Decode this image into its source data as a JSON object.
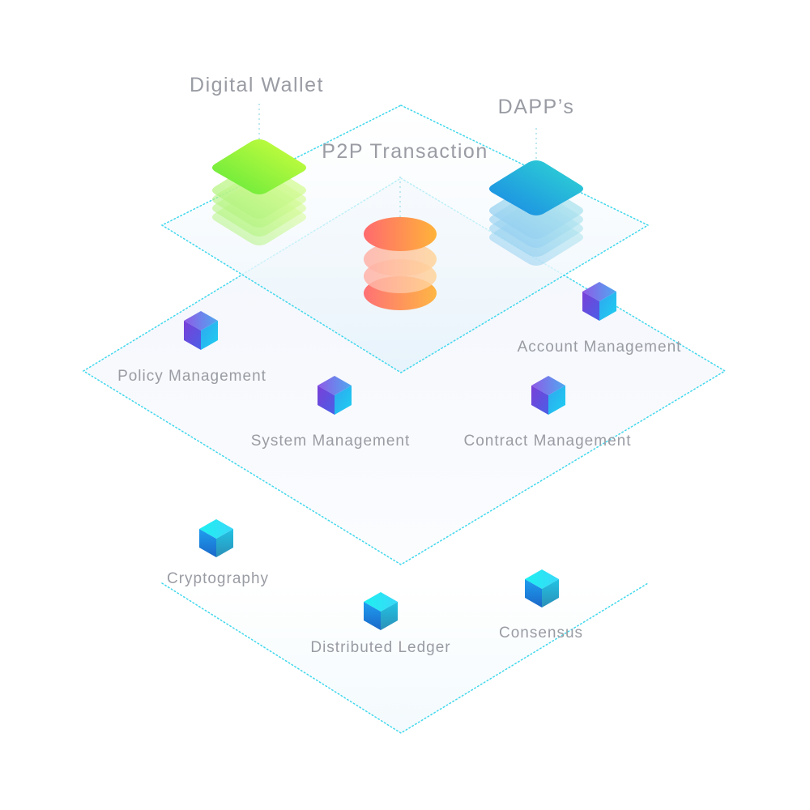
{
  "layers": {
    "application": {
      "items": [
        {
          "label": "Digital Wallet"
        },
        {
          "label": "P2P Transaction"
        },
        {
          "label": "DAPP’s"
        }
      ]
    },
    "management": {
      "items": [
        {
          "label": "Policy Management"
        },
        {
          "label": "System Management"
        },
        {
          "label": "Contract Management"
        },
        {
          "label": "Account Management"
        }
      ]
    },
    "core": {
      "items": [
        {
          "label": "Cryptography"
        },
        {
          "label": "Distributed Ledger"
        },
        {
          "label": "Consensus"
        }
      ]
    }
  },
  "colors": {
    "plane_border": "#3fd8ec",
    "plane_fill": "#eef7fc",
    "label_text": "#9a9ca4",
    "wallet_gradient": [
      "#6ef03c",
      "#c6ff3e"
    ],
    "p2p_gradient": [
      "#ff6d6d",
      "#ffb13a"
    ],
    "dapp_gradient": [
      "#1f8fe6",
      "#2ed6d6"
    ],
    "management_cube": [
      "#6b45d9",
      "#1ec3f0"
    ],
    "core_cube": [
      "#1d7fd8",
      "#24e6ee"
    ]
  },
  "icons": {
    "application": [
      "stacked-layers-icon",
      "stacked-disks-icon",
      "stacked-layers-icon"
    ],
    "management": "cube-icon",
    "core": "cube-icon"
  }
}
